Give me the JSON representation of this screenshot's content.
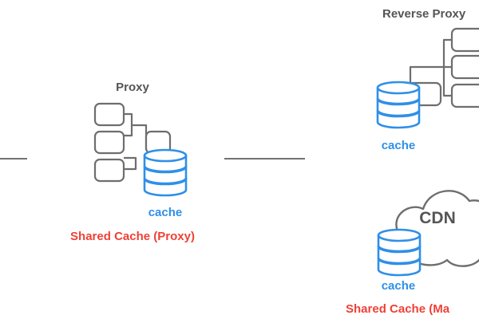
{
  "proxy": {
    "title": "Proxy",
    "cache_label": "cache",
    "caption": "Shared Cache (Proxy)"
  },
  "reverse_proxy": {
    "title": "Reverse Proxy",
    "cache_label": "cache"
  },
  "cdn": {
    "title": "CDN",
    "cache_label": "cache"
  },
  "managed_caption": "Shared Cache (Ma",
  "colors": {
    "cache_blue": "#2f8fe8",
    "caption_red": "#ef4136",
    "label_gray": "#555555",
    "outline_gray": "#6e6e6e"
  }
}
